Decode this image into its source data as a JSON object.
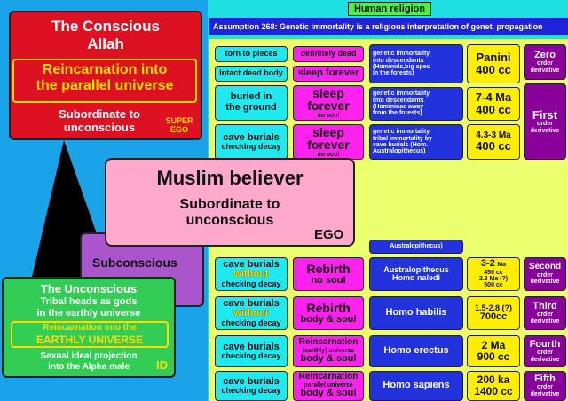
{
  "header": {
    "human_religion": "Human  religion",
    "assumption": "Assumption 268: Genetic immortality is a religious interpretation of genet. propagation"
  },
  "superego": {
    "title_line1": "The Conscious",
    "title_line2": "Allah",
    "inner_line1": "Reincarnation into",
    "inner_line2": "the parallel universe",
    "sub_line1": "Subordinate to",
    "sub_line2": "unconscious",
    "tag_line1": "SUPER",
    "tag_line2": "EGO"
  },
  "ego": {
    "title": "Muslim believer",
    "sub_line1": "Subordinate to",
    "sub_line2": "unconscious",
    "tag": "EGO"
  },
  "subconscious": {
    "label": "Subconscious"
  },
  "id": {
    "title_line1": "The Unconscious",
    "line2": "Tribal heads as gods",
    "line3": "in the earthly universe",
    "inner_line1": "Reincarnation into the",
    "inner_line2": "EARTHLY UNIVERSE",
    "line5": "Sexual ideal projection",
    "line6": "into the Alpha male",
    "tag": "ID"
  },
  "table": {
    "r1": {
      "a1": "torn to pieces",
      "a2": "intact dead body",
      "b1": "definitely dead",
      "b2": "sleep forever",
      "c1": "genetic immortality",
      "c2": "into descendants",
      "c3": "(Hominids,big apes",
      "c4": "in the forests)",
      "d1": "Panini",
      "d2": "400 cc",
      "e1": "Zero",
      "e2": "order",
      "e3": "derivative"
    },
    "r2": {
      "a1": "buried in",
      "a2": "the ground",
      "b1": "sleep",
      "b2": "forever",
      "b3": "no soul",
      "c1": "genetic immortality",
      "c2": "into descendants",
      "c3": "(Homininae away",
      "c4": "from the forests)",
      "d1": "7-4 Ma",
      "d2": "400 cc",
      "e1": "First",
      "e2": "order",
      "e3": "derivative"
    },
    "r3": {
      "a1": "cave burials",
      "a2": "checking decay",
      "b1": "sleep",
      "b2": "forever",
      "b3": "no soul",
      "c1": "genetic immortality",
      "c2": "tribal immortality by",
      "c3": "cave burials (Hom.",
      "c4": "Australopithecus)",
      "d1": "4.3-3 Ma",
      "d2": "400 cc"
    },
    "r_partial": {
      "c1": "Australopithecus)"
    },
    "r4": {
      "a1": "cave burials",
      "a2": "without",
      "a3": "checking decay",
      "b1": "Rebirth",
      "b2": "no soul",
      "c1": "Australopithecus",
      "c2": "Homo naledi",
      "d1": "3-2",
      "d1s": "Ma",
      "d2": "450 cc",
      "d3": "2.3 Ma (?)",
      "d4": "500 cc",
      "e1": "Second",
      "e2": "order",
      "e3": "derivative"
    },
    "r5": {
      "a1": "cave burials",
      "a2": "without",
      "a3": "checking decay",
      "b1": "Rebirth",
      "b2": "body & soul",
      "c1": "Homo habilis",
      "d1": "1.5-2.8 (?)",
      "d2": "700cc",
      "e1": "Third",
      "e2": "order",
      "e3": "derivative"
    },
    "r6": {
      "a1": "cave burials",
      "a2": "checking decay",
      "b1": "Reincarnation",
      "b2": "(earthly) universe",
      "b3": "body & soul",
      "c1": "Homo erectus",
      "d1": "2 Ma",
      "d2": "900 cc",
      "e1": "Fourth",
      "e2": "order",
      "e3": "derivative"
    },
    "r7": {
      "a1": "cave burials",
      "a2": "checking decay",
      "b1": "Reincarnation",
      "b2": "parallel universe",
      "b3": "body & soul",
      "c1": "Homo sapiens",
      "d1": "200 ka",
      "d2": "1400 cc",
      "e1": "Fifth",
      "e2": "order",
      "e3": "derivative"
    }
  },
  "colors": {
    "background": "#1aa3e8",
    "superego": "#dd1122",
    "ego": "#ffaacc",
    "subconscious": "#aa55cc",
    "id": "#33cc55",
    "table_bg": "#ecff6e",
    "accent_yellow": "#ffdd00"
  }
}
